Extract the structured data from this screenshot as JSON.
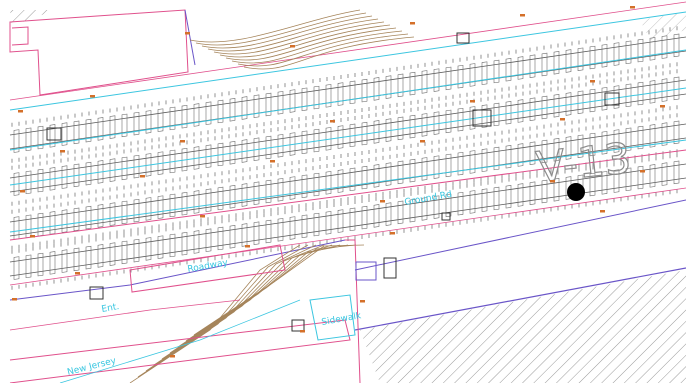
{
  "drawing": {
    "sheet_id": "V-13",
    "labels": {
      "nj_text": "New Jersey",
      "ramp_text": "Roadway",
      "station_text": "Ground Rd",
      "mid_text": "Sidewalk",
      "small_text": "Ent."
    }
  },
  "colors": {
    "rail": "#5a5a5a",
    "cyan": "#3cc6e0",
    "magenta": "#e0508c",
    "blue_purple": "#6a55c8",
    "contour_brown": "#a5845a",
    "marker_orange": "#d4702a",
    "hatch_gray": "#9a9a9a"
  }
}
